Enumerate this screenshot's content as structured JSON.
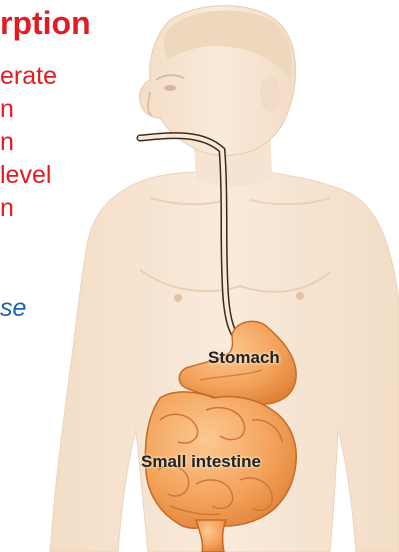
{
  "heading": {
    "title": "rption"
  },
  "text_lines": [
    "erate",
    "n",
    "n",
    "level",
    "n"
  ],
  "italic_line": "se",
  "labels": {
    "stomach": "Stomach",
    "small_intestine": "Small intestine"
  },
  "colors": {
    "title_red": "#e31b23",
    "italic_blue": "#1a63b0",
    "body_tint": "#f6e3cf",
    "organ_orange": "#f5a55a"
  }
}
